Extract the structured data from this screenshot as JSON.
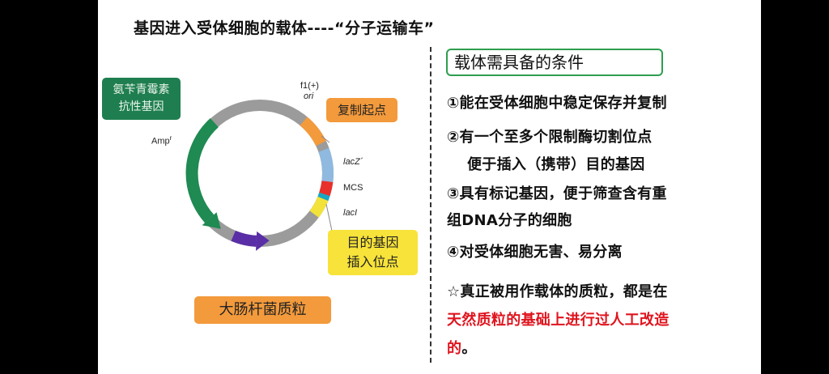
{
  "title": "基因进入受体细胞的载体----“分子运输车”",
  "diagram": {
    "amp_tag": [
      "氨苄青霉素",
      "抗性基因"
    ],
    "ori_tag": "复制起点",
    "insert_tag": [
      "目的基因",
      "插入位点"
    ],
    "plasmid_tag": "大肠杆菌质粒",
    "labels": {
      "f1": "f1(+)",
      "ori": "ori",
      "amp": "Amp",
      "amp_sup": "r",
      "lacz": "lacZ´",
      "mcs": "MCS",
      "laci": "lacI"
    },
    "colors": {
      "ring": "#9b9b9b",
      "amp": "#1f8a52",
      "ori": "#f39a3c",
      "lacz": "#8fb9df",
      "mcs": "#e8312b",
      "teal": "#19a7c4",
      "laci": "#f2e23a",
      "purple": "#5a2ea6"
    }
  },
  "conditions": {
    "heading": "载体需具备的条件",
    "item1": "①能在受体细胞中稳定保存并复制",
    "item2": "②有一个至多个限制酶切割位点",
    "item2_note": "便于插入（携带）目的基因",
    "item3_line1": "③具有标记基因，便于筛查含有重",
    "item3_line2": "组DNA分子的细胞",
    "item4": "④对受体细胞无害、易分离",
    "star_line1": "☆真正被用作载体的质粒，都是在",
    "star_red": "天然质粒的基础上进行过人工改造",
    "star_red_end": "的",
    "star_end": "。"
  }
}
